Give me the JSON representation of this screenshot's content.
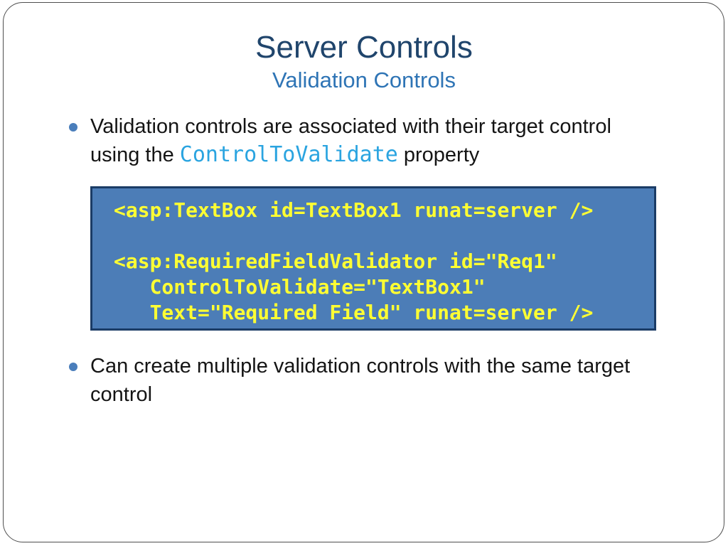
{
  "slide": {
    "title": "Server Controls",
    "subtitle": "Validation Controls"
  },
  "content": {
    "bullet1": {
      "pre": "Validation controls are associated with their target control using the ",
      "code": "ControlToValidate",
      "post": " property"
    },
    "code_box": {
      "lines": [
        "<asp:TextBox id=TextBox1 runat=server />",
        "",
        "<asp:RequiredFieldValidator id=\"Req1\"",
        "   ControlToValidate=\"TextBox1\"",
        "   Text=\"Required Field\" runat=server />"
      ]
    },
    "bullet2": {
      "text": "Can create multiple validation controls with the same target control"
    }
  },
  "colors": {
    "title_text": "#20456C",
    "subtitle_text": "#2E74B5",
    "body_text": "#141414",
    "bullet_dot": "#4A7EBB",
    "inline_code_text": "#2AA4E0",
    "code_box_background": "#4C7DB7",
    "code_box_border": "#1B3C66",
    "code_text": "#FFFF33",
    "slide_border": "#4F4F4F"
  }
}
